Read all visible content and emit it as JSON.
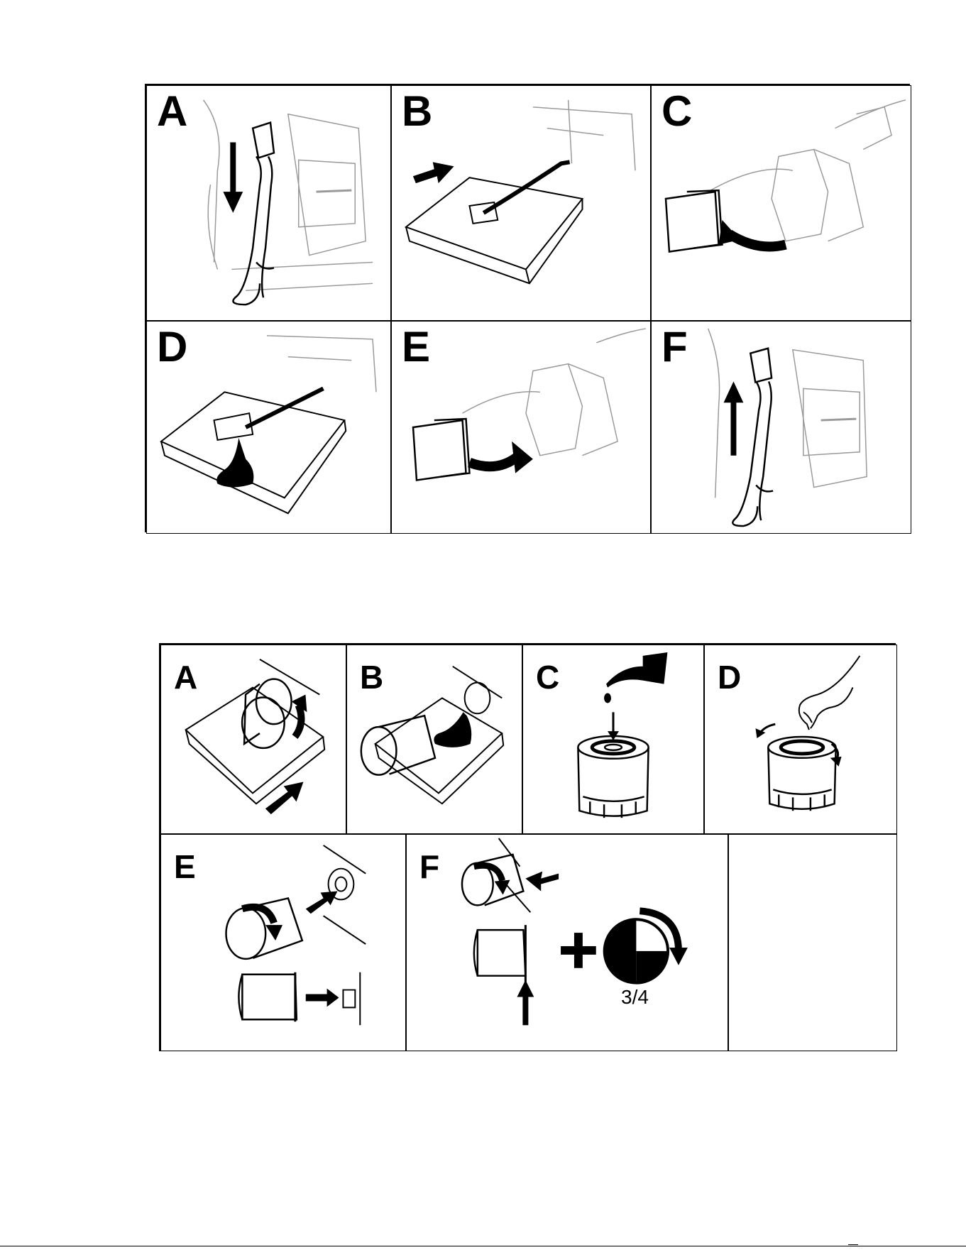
{
  "figure1": {
    "panels": [
      {
        "label": "A"
      },
      {
        "label": "B"
      },
      {
        "label": "C"
      },
      {
        "label": "D"
      },
      {
        "label": "E"
      },
      {
        "label": "F"
      }
    ]
  },
  "figure2": {
    "panels": [
      {
        "label": "A"
      },
      {
        "label": "B"
      },
      {
        "label": "C"
      },
      {
        "label": "D"
      },
      {
        "label": "E"
      },
      {
        "label": "F"
      }
    ],
    "torque_fraction": "3/4"
  },
  "colors": {
    "ink": "#000000",
    "light_line": "#9a9a9a",
    "paper": "#ffffff"
  },
  "icons": [
    "arrow-icon",
    "oil-hose-icon",
    "drain-pan-icon",
    "oil-filter-icon",
    "hand-icon",
    "oil-can-icon",
    "plus-icon",
    "quarter-turn-icon"
  ]
}
